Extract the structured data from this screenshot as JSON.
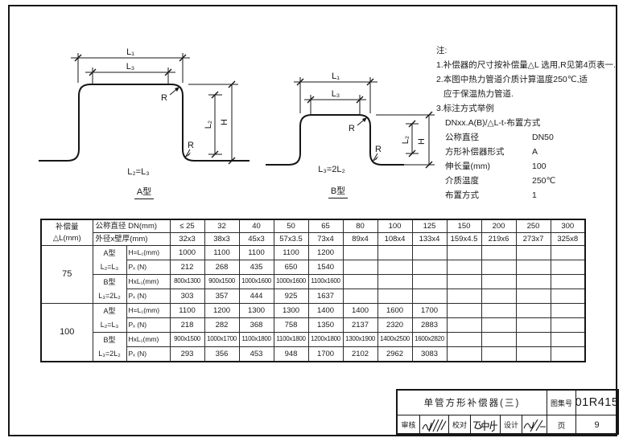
{
  "diagram_a": {
    "dim_l1": "L₁",
    "dim_l3": "L₃",
    "dim_l2": "L₂",
    "dim_h": "H",
    "radius_label": "R",
    "relation": "L₂=L₃",
    "caption": "A型"
  },
  "diagram_b": {
    "dim_l1": "L₁",
    "dim_l3": "L₃",
    "dim_l2": "L₂",
    "dim_h": "H",
    "radius_label": "R",
    "relation": "L₃=2L₂",
    "caption": "B型"
  },
  "notes": {
    "heading": "注:",
    "lines": [
      {
        "text": "1.补偿器的尺寸按补偿量△L 选用,R见第4页表一.",
        "indent": false
      },
      {
        "text": "2.本图中热力管道介质计算温度250℃,适",
        "indent": false
      },
      {
        "text": "应于保温热力管道.",
        "indent": true
      },
      {
        "text": "3.标注方式举例",
        "indent": false
      }
    ],
    "example_line": "DNxx.A(B)/△L-t-布置方式",
    "example_rows": [
      {
        "label": "公称直径",
        "value": "DN50"
      },
      {
        "label": "方形补偿器形式",
        "value": "A"
      },
      {
        "label": "伸长量(mm)",
        "value": "100"
      },
      {
        "label": "介质温度",
        "value": "250℃"
      },
      {
        "label": "布置方式",
        "value": "1"
      }
    ]
  },
  "table": {
    "col1_header_line1": "补偿量",
    "col1_header_line2": "△L(mm)",
    "dn_header": "公称直径 DN(mm)",
    "od_header": "外径x壁厚(mm)",
    "dn_values": [
      "≤ 25",
      "32",
      "40",
      "50",
      "65",
      "80",
      "100",
      "125",
      "150",
      "200",
      "250",
      "300"
    ],
    "od_values": [
      "32x3",
      "38x3",
      "45x3",
      "57x3.5",
      "73x4",
      "89x4",
      "108x4",
      "133x4",
      "159x4.5",
      "219x6",
      "273x7",
      "325x8"
    ],
    "groups": [
      {
        "delta_l": "75",
        "type_a_label": "A型",
        "type_a_relation": "L₂=L₃",
        "type_b_label": "B型",
        "type_b_relation": "L₃=2L₂",
        "rows": [
          {
            "label": "H=L₁(mm)",
            "values": [
              "1000",
              "1100",
              "1100",
              "1100",
              "1200",
              "",
              "",
              "",
              "",
              "",
              "",
              ""
            ]
          },
          {
            "label": "Pₓ (N)",
            "values": [
              "212",
              "268",
              "435",
              "650",
              "1540",
              "",
              "",
              "",
              "",
              "",
              "",
              ""
            ]
          },
          {
            "label": "HxL₁(mm)",
            "values": [
              "800x1300",
              "900x1500",
              "1000x1600",
              "1000x1600",
              "1100x1600",
              "",
              "",
              "",
              "",
              "",
              "",
              ""
            ]
          },
          {
            "label": "Pₓ (N)",
            "values": [
              "303",
              "357",
              "444",
              "925",
              "1637",
              "",
              "",
              "",
              "",
              "",
              "",
              ""
            ]
          }
        ]
      },
      {
        "delta_l": "100",
        "type_a_label": "A型",
        "type_a_relation": "L₂=L₃",
        "type_b_label": "B型",
        "type_b_relation": "L₃=2L₂",
        "rows": [
          {
            "label": "H=L₁(mm)",
            "values": [
              "1100",
              "1200",
              "1300",
              "1300",
              "1400",
              "1400",
              "1600",
              "1700",
              "",
              "",
              "",
              ""
            ]
          },
          {
            "label": "Pₓ (N)",
            "values": [
              "218",
              "282",
              "368",
              "758",
              "1350",
              "2137",
              "2320",
              "2883",
              "",
              "",
              "",
              ""
            ]
          },
          {
            "label": "HxL₁(mm)",
            "values": [
              "900x1500",
              "1000x1700",
              "1100x1800",
              "1100x1800",
              "1200x1800",
              "1300x1900",
              "1400x2500",
              "1600x2820",
              "",
              "",
              "",
              ""
            ]
          },
          {
            "label": "Pₓ (N)",
            "values": [
              "293",
              "356",
              "453",
              "948",
              "1700",
              "2102",
              "2962",
              "3083",
              "",
              "",
              "",
              ""
            ]
          }
        ]
      }
    ]
  },
  "title_block": {
    "title": "单管方形补偿器(三)",
    "atlas_label": "图集号",
    "atlas_no": "01R415",
    "review_label": "审核",
    "proof_label": "校对",
    "design_label": "设计",
    "page_label": "页",
    "page_no": "9"
  }
}
